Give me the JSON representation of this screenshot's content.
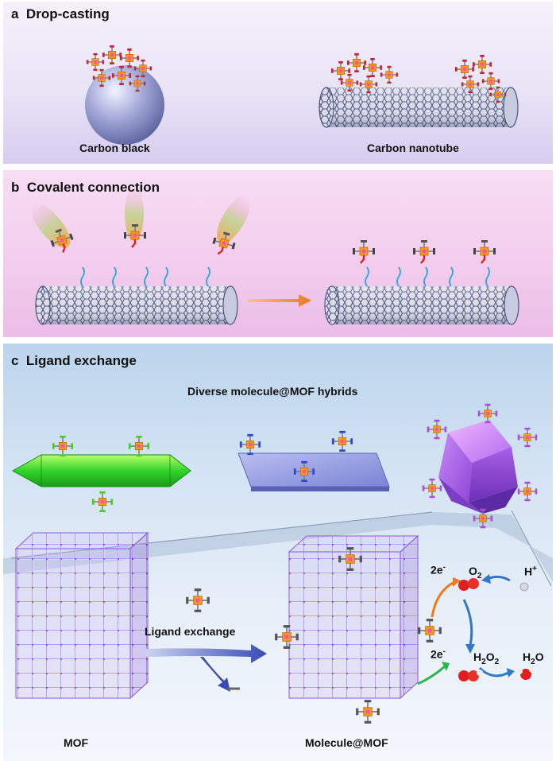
{
  "panels": {
    "a": {
      "letter": "a",
      "title": "Drop-casting",
      "captions": {
        "carbon_black": "Carbon black",
        "carbon_nanotube": "Carbon nanotube"
      }
    },
    "b": {
      "letter": "b",
      "title": "Covalent connection"
    },
    "c": {
      "letter": "c",
      "title": "Ligand exchange",
      "hybrids_title": "Diverse molecule@MOF hybrids",
      "arrow_label": "Ligand exchange",
      "captions": {
        "mof": "MOF",
        "molecule_mof": "Molecule@MOF"
      },
      "chemistry": {
        "electrons_top": "2e",
        "electrons_bottom": "2e",
        "electron_charge": "-",
        "o2": {
          "base": "O",
          "sub": "2"
        },
        "proton": {
          "base": "H",
          "sup": "+"
        },
        "h2o2": {
          "p1": "H",
          "s1": "2",
          "p2": "O",
          "s2": "2"
        },
        "h2o": {
          "p1": "H",
          "s1": "2",
          "p2": "O"
        }
      }
    }
  },
  "colors": {
    "molecule_core": "#f29a1a",
    "molecule_center": "#ff4fb0",
    "nanotube": "#5a5f8c",
    "mof_frame": "#8a58d8",
    "mof_rod": "#e5e5ee",
    "arrow_orange": "#f07a1a",
    "arrow_blue": "#2f78c8",
    "arrow_green": "#2bb84a",
    "oxygen": "#e02020"
  }
}
